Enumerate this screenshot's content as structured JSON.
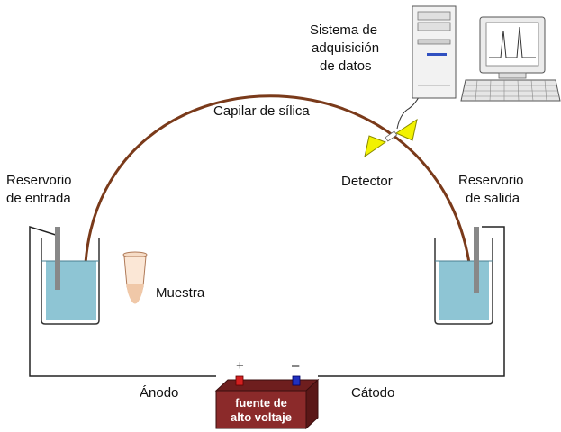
{
  "labels": {
    "data_system_line1": "Sistema de",
    "data_system_line2": "adquisición",
    "data_system_line3": "de datos",
    "capillary": "Capilar de sílica",
    "detector": "Detector",
    "inlet_reservoir_line1": "Reservorio",
    "inlet_reservoir_line2": "de entrada",
    "outlet_reservoir_line1": "Reservorio",
    "outlet_reservoir_line2": "de salida",
    "sample": "Muestra",
    "anode": "Ánodo",
    "cathode": "Cátodo",
    "plus_sign": "+",
    "minus_sign": "–",
    "power_supply_line1": "fuente de",
    "power_supply_line2": "alto voltaje"
  },
  "colors": {
    "capillary": "#7a3a1a",
    "buffer": "#8ec5d4",
    "detector": "#f2f200",
    "power_supply": "#8b2a2a",
    "positive_terminal": "#d42020",
    "negative_terminal": "#2030c0",
    "sample": "#f0c8a8"
  }
}
